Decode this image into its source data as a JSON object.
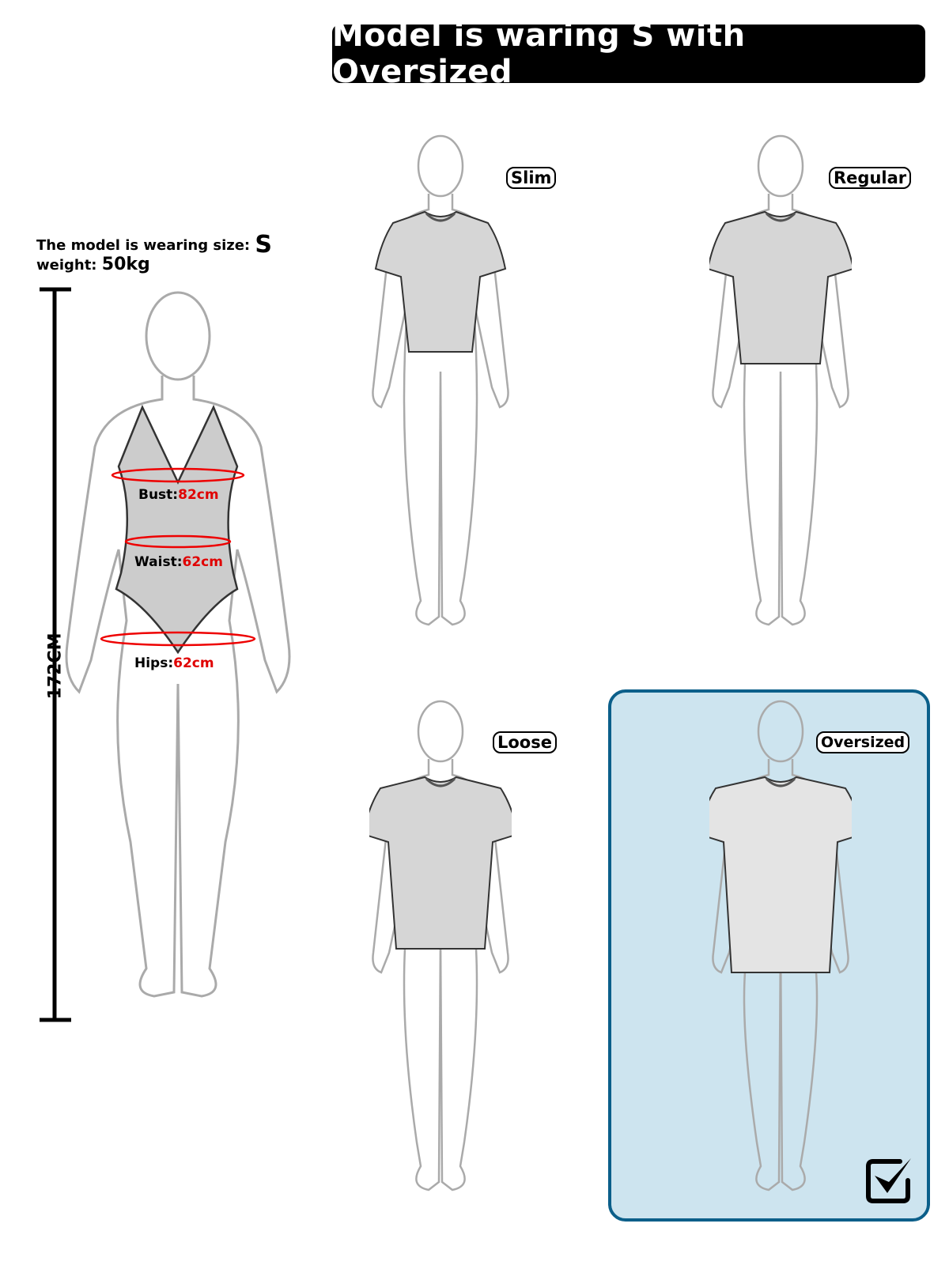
{
  "header": {
    "title": "Model is waring S with Oversized"
  },
  "model": {
    "size_label": "The model is wearing size:",
    "size": "S",
    "weight_label": "weight:",
    "weight": "50kg",
    "height": "172CM",
    "measurements": [
      {
        "label": "Bust:",
        "value": "82cm"
      },
      {
        "label": "Waist:",
        "value": "62cm"
      },
      {
        "label": "Hips:",
        "value": "62cm"
      }
    ]
  },
  "fits": [
    {
      "label": "Slim",
      "selected": false
    },
    {
      "label": "Regular",
      "selected": false
    },
    {
      "label": "Loose",
      "selected": false
    },
    {
      "label": "Oversized",
      "selected": true
    }
  ],
  "colors": {
    "accent": "#0b5f8a",
    "selected_bg": "#cde4ef",
    "measure": "#e00000"
  },
  "icons": {
    "selected": "checkbox-checked-icon"
  }
}
